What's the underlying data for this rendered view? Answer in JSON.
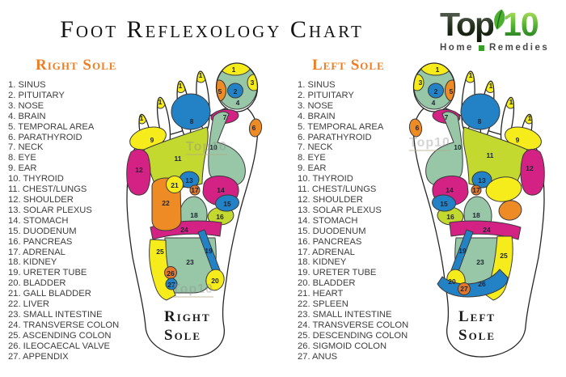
{
  "title": "Foot Reflexology Chart",
  "logo": {
    "top": "Top",
    "ten": "10",
    "home": "Home",
    "remedies": "Remedies"
  },
  "watermark": "Top10",
  "right": {
    "header": "Right Sole",
    "sole_line1": "Right",
    "sole_line2": "Sole",
    "items": [
      "1. SINUS",
      "2. PITUITARY",
      "3. NOSE",
      "4. BRAIN",
      "5. TEMPORAL AREA",
      "6. PARATHYROID",
      "7. NECK",
      "8. EYE",
      "9. EAR",
      "10. THYROID",
      "11. CHEST/LUNGS",
      "12. SHOULDER",
      "13. SOLAR PLEXUS",
      "14. STOMACH",
      "15. DUODENUM",
      "16. PANCREAS",
      "17. ADRENAL",
      "18. KIDNEY",
      "19. URETER TUBE",
      "20. BLADDER",
      "21. GALL BLADDER",
      "22. LIVER",
      "23. SMALL INTESTINE",
      "24. TRANSVERSE COLON",
      "25. ASCENDING COLON",
      "26. ILEOCAECAL VALVE",
      "27. APPENDIX"
    ]
  },
  "left": {
    "header": "Left Sole",
    "sole_line1": "Left",
    "sole_line2": "Sole",
    "items": [
      "1. SINUS",
      "2. PITUITARY",
      "3. NOSE",
      "4. BRAIN",
      "5. TEMPORAL AREA",
      "6. PARATHYROID",
      "7. NECK",
      "8. EYE",
      "9. EAR",
      "10. THYROID",
      "11. CHEST/LUNGS",
      "12. SHOULDER",
      "13. SOLAR PLEXUS",
      "14. STOMACH",
      "15. DUODENUM",
      "16. PANCREAS",
      "17. ADRENAL",
      "18. KIDNEY",
      "19. URETER TUBE",
      "20. BLADDER",
      "21. HEART",
      "22. SPLEEN",
      "23. SMALL INTESTINE",
      "24. TRANSVERSE COLON",
      "25. DESCENDING COLON",
      "26. SIGMOID COLON",
      "27. ANUS"
    ]
  },
  "nums": {
    "n1": "1",
    "n2": "2",
    "n3": "3",
    "n4": "4",
    "n5": "5",
    "n6": "6",
    "n7": "7",
    "n8": "8",
    "n9": "9",
    "n10": "10",
    "n11": "11",
    "n12": "12",
    "n13": "13",
    "n14": "14",
    "n15": "15",
    "n16": "16",
    "n17": "17",
    "n18": "18",
    "n19": "19",
    "n20": "20",
    "n21": "21",
    "n22": "22",
    "n23": "23",
    "n24": "24",
    "n25": "25",
    "n26": "26",
    "n27": "27"
  },
  "colors": {
    "header_orange": "#ef7d22",
    "region_yellow": "#f6ec1c",
    "region_chartreuse": "#c4d92f",
    "region_sage": "#97c7a7",
    "region_blue": "#2382c5",
    "region_magenta": "#d32184",
    "region_orange": "#ee8b24",
    "logo_green": "#36a026"
  }
}
